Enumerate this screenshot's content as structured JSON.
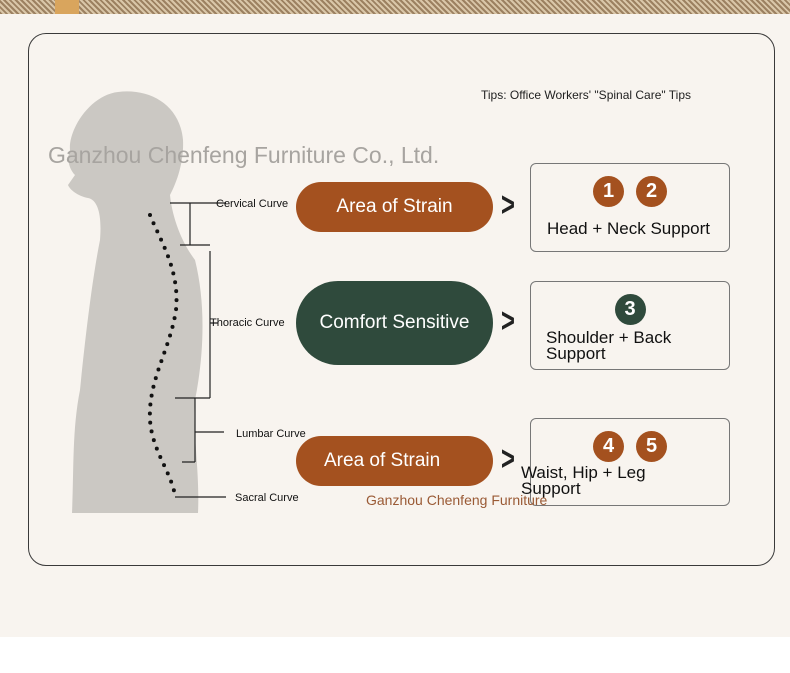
{
  "tips": "Tips: Office Workers' \"Spinal Care\" Tips",
  "watermark": "Ganzhou Chenfeng Furniture Co., Ltd.",
  "watermark2": "Ganzhou Chenfeng Furniture",
  "curves": [
    "Cervical Curve",
    "Thoracic Curve",
    "Lumbar Curve",
    "Sacral Curve"
  ],
  "pills": [
    {
      "label": "Area of Strain",
      "color": "#a4511f"
    },
    {
      "label": "Comfort Sensitive",
      "color": "#2f4a3c"
    },
    {
      "label": "Area of Strain",
      "color": "#a4511f"
    }
  ],
  "boxes": [
    {
      "badges": [
        "1",
        "2"
      ],
      "text": "Head + Neck Support"
    },
    {
      "badges": [
        "3"
      ],
      "text": "Shoulder + Back Support"
    },
    {
      "badges": [
        "4",
        "5"
      ],
      "text": "Waist, Hip + Leg Support"
    }
  ]
}
